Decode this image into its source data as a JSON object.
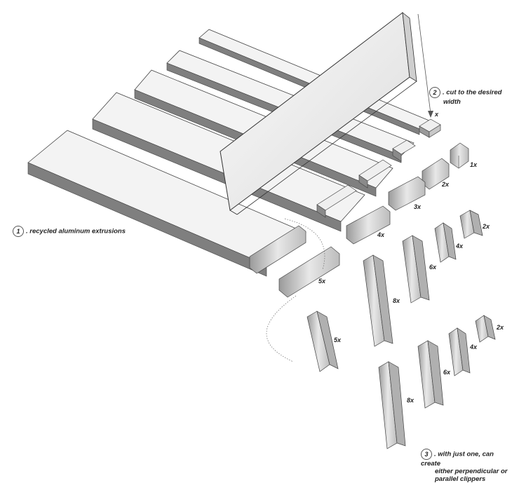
{
  "annotations": {
    "step1": {
      "number": "1",
      "text": ". recycled aluminum extrusions"
    },
    "step2": {
      "number": "2",
      "lines": [
        ". cut to the desired",
        "width"
      ]
    },
    "step3": {
      "number": "3",
      "lines": [
        ". with just one, can create",
        "either perpendicular or",
        "parallel clippers"
      ]
    }
  },
  "dimension_labels": {
    "width": "x",
    "one": "1x",
    "two_a": "2x",
    "three": "3x",
    "four_a": "4x",
    "five_a": "5x",
    "two_b": "2x",
    "four_b": "4x",
    "six_a": "6x",
    "eight_a": "8x",
    "five_b": "5x",
    "two_c": "2x",
    "four_c": "4x",
    "six_b": "6x",
    "eight_b": "8x"
  },
  "colors": {
    "line": "#333333",
    "face_light": "#f2f2f2",
    "face_mid": "#d6d6d6",
    "face_dark": "#8a8a8a",
    "shadow": "#6a6a6a"
  }
}
